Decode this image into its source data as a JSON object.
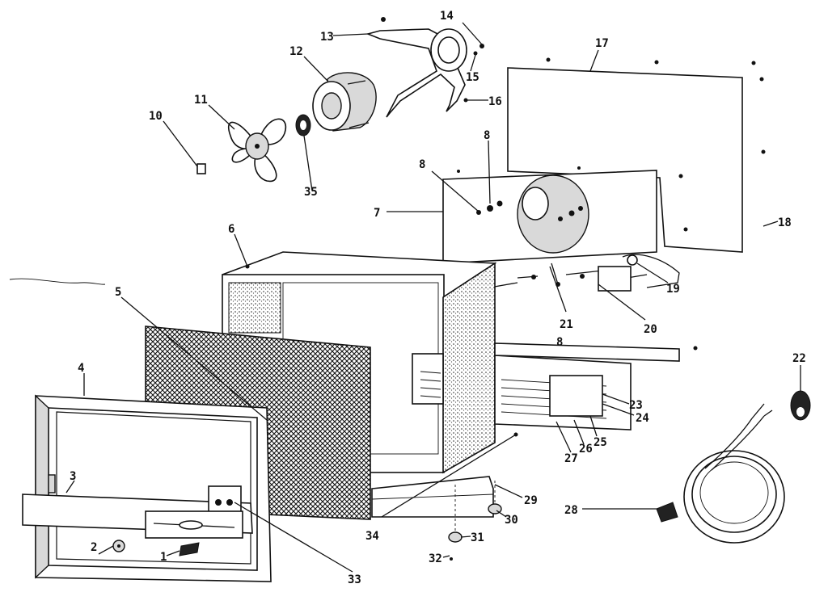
{
  "callouts": [
    {
      "id": "c1",
      "text": "1"
    },
    {
      "id": "c2",
      "text": "2"
    },
    {
      "id": "c3",
      "text": "3"
    },
    {
      "id": "c4",
      "text": "4"
    },
    {
      "id": "c5",
      "text": "5"
    },
    {
      "id": "c6",
      "text": "6"
    },
    {
      "id": "c7",
      "text": "7"
    },
    {
      "id": "c8a",
      "text": "8"
    },
    {
      "id": "c8b",
      "text": "8"
    },
    {
      "id": "c8c",
      "text": "8"
    },
    {
      "id": "c10",
      "text": "10"
    },
    {
      "id": "c11",
      "text": "11"
    },
    {
      "id": "c12",
      "text": "12"
    },
    {
      "id": "c13",
      "text": "13"
    },
    {
      "id": "c14",
      "text": "14"
    },
    {
      "id": "c15",
      "text": "15"
    },
    {
      "id": "c16",
      "text": "16"
    },
    {
      "id": "c17",
      "text": "17"
    },
    {
      "id": "c18",
      "text": "18"
    },
    {
      "id": "c19",
      "text": "19"
    },
    {
      "id": "c20",
      "text": "20"
    },
    {
      "id": "c21",
      "text": "21"
    },
    {
      "id": "c22",
      "text": "22"
    },
    {
      "id": "c23",
      "text": "23"
    },
    {
      "id": "c24",
      "text": "24"
    },
    {
      "id": "c25",
      "text": "25"
    },
    {
      "id": "c26",
      "text": "26"
    },
    {
      "id": "c27",
      "text": "27"
    },
    {
      "id": "c28",
      "text": "28"
    },
    {
      "id": "c29",
      "text": "29"
    },
    {
      "id": "c30",
      "text": "30"
    },
    {
      "id": "c31",
      "text": "31"
    },
    {
      "id": "c32",
      "text": "32"
    },
    {
      "id": "c33",
      "text": "33"
    },
    {
      "id": "c34",
      "text": "34"
    },
    {
      "id": "c35",
      "text": "35"
    }
  ]
}
